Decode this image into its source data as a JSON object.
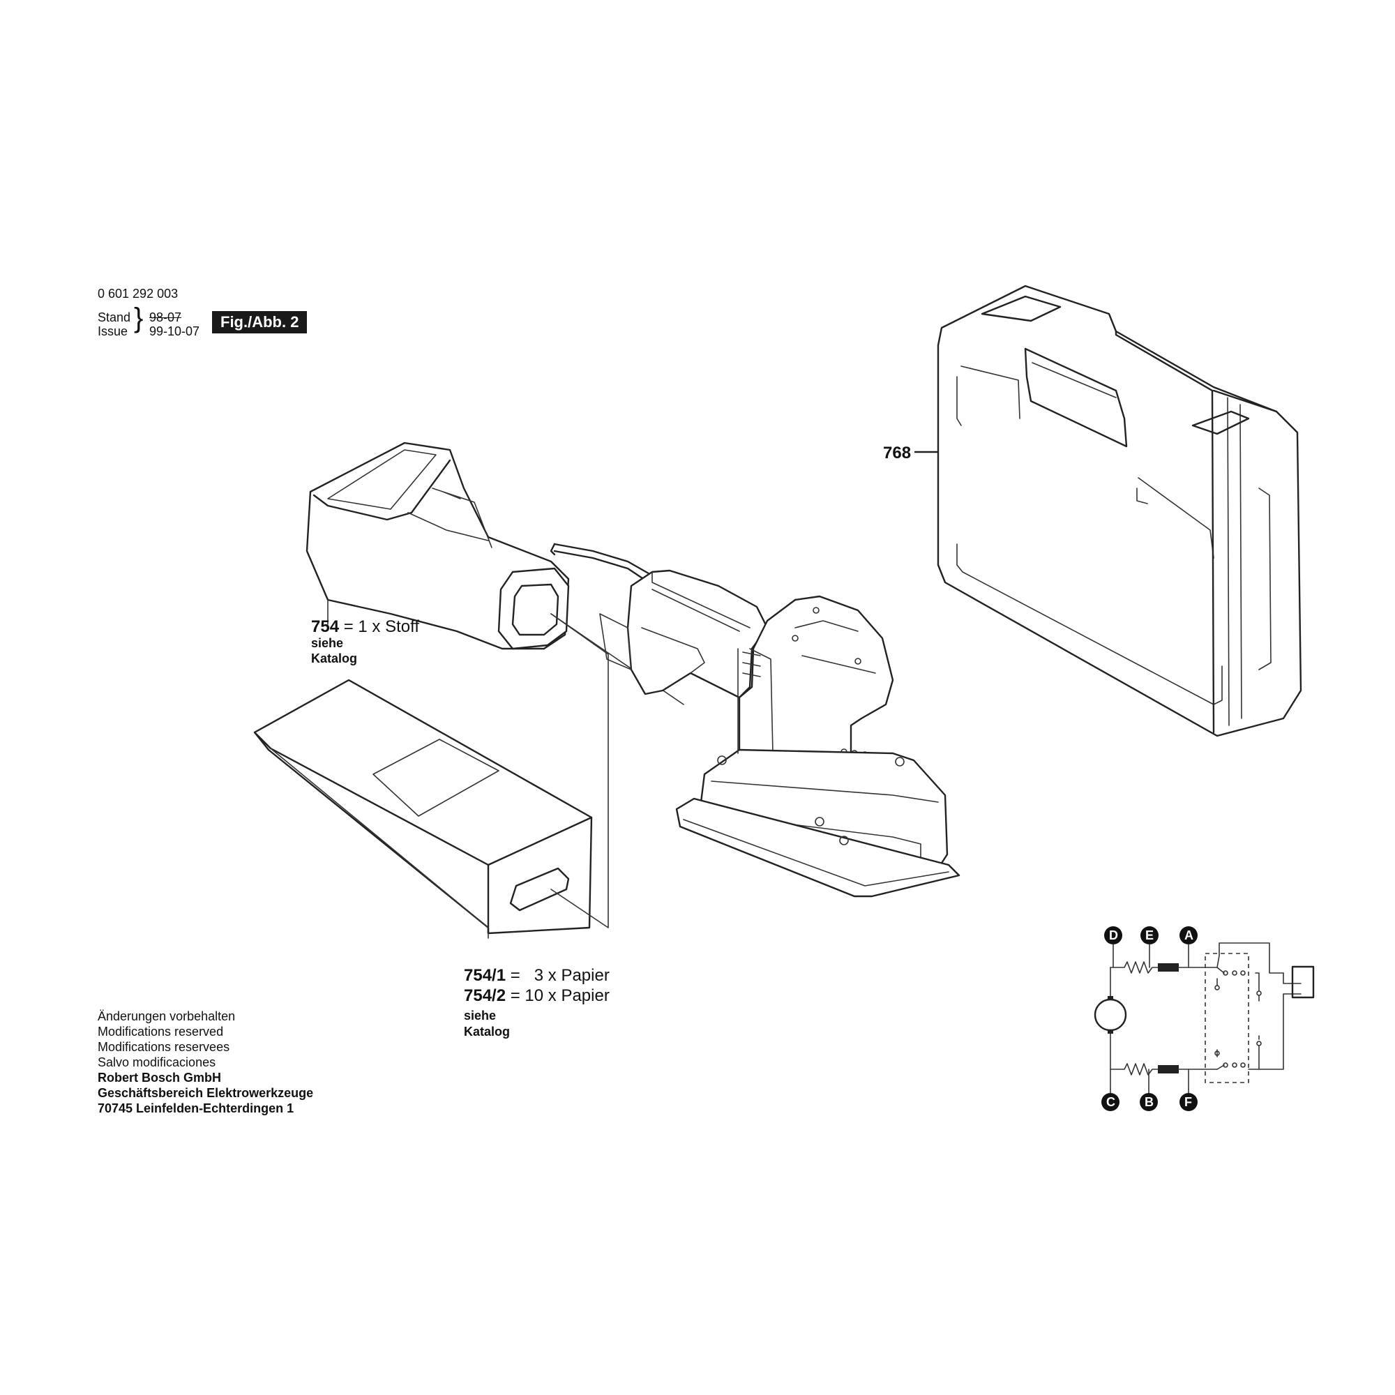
{
  "header": {
    "part_number": "0 601 292 003",
    "stand_label": "Stand",
    "issue_label": "Issue",
    "brace": "}",
    "stand_date": "98-07",
    "issue_date": "99-10-07",
    "figure": "Fig./Abb. 2"
  },
  "parts": {
    "case": {
      "ref": "768"
    },
    "cloth_bag": {
      "ref": "754",
      "desc": "= 1 x Stoff",
      "note1": "siehe",
      "note2": "Katalog"
    },
    "paper_bags": {
      "ref1": "754/1",
      "desc1": "=   3 x Papier",
      "ref2": "754/2",
      "desc2": "= 10 x Papier",
      "note1": "siehe",
      "note2": "Katalog"
    }
  },
  "footer_notes": [
    "Änderungen vorbehalten",
    "Modifications reserved",
    "Modifications reservees",
    "Salvo modificaciones"
  ],
  "company": [
    "Robert Bosch GmbH",
    "Geschäftsbereich Elektrowerkzeuge",
    "70745 Leinfelden-Echterdingen 1"
  ],
  "circuit": {
    "nodes_top": [
      "D",
      "E",
      "A"
    ],
    "nodes_bottom": [
      "C",
      "B",
      "F"
    ]
  }
}
